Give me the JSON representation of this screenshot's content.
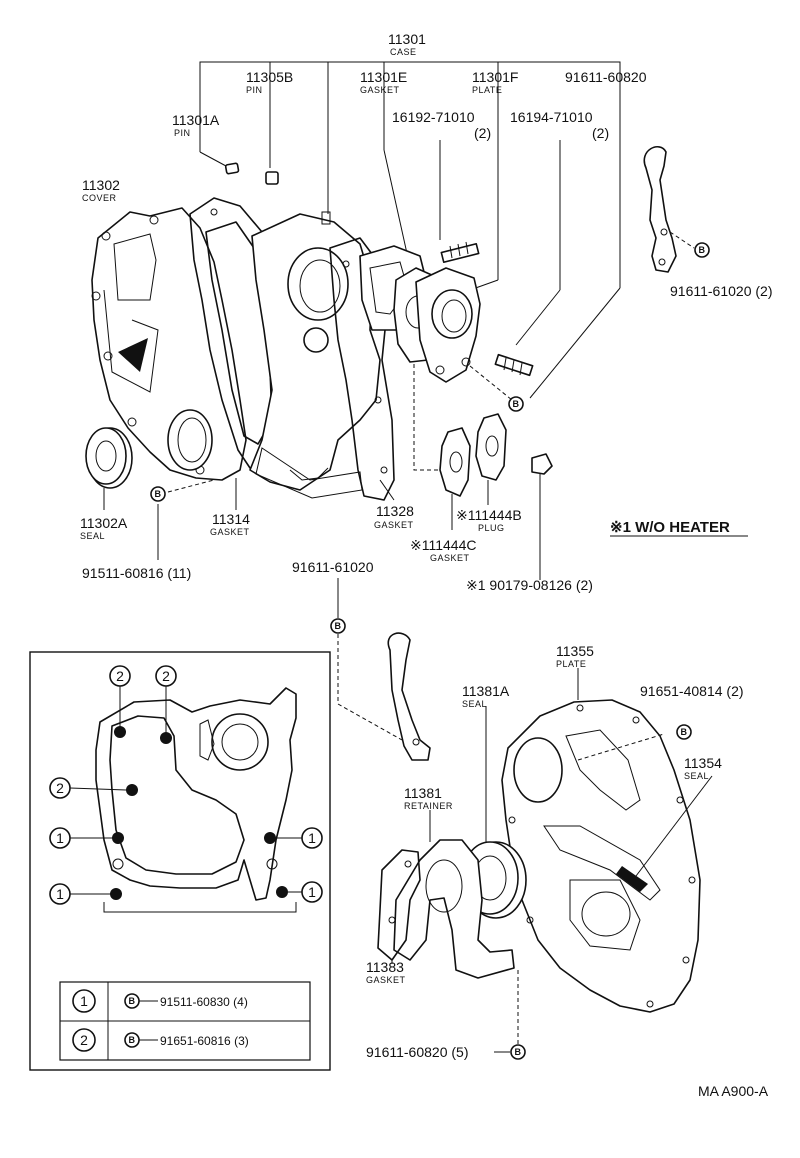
{
  "labels": {
    "case_num": "11301",
    "case_cap": "CASE",
    "pin_b_num": "11305B",
    "pin_b_cap": "PIN",
    "gasket_e_num": "11301E",
    "gasket_e_cap": "GASKET",
    "plate_f_num": "11301F",
    "plate_f_cap": "PLATE",
    "bolt_820_top": "91611-60820",
    "stud_192": "16192-71010",
    "stud_192_qty": "(2)",
    "stud_194": "16194-71010",
    "stud_194_qty": "(2)",
    "pin_a_num": "11301A",
    "pin_a_cap": "PIN",
    "cover_num": "11302",
    "cover_cap": "COVER",
    "bolt_1020_right": "91611-61020 (2)",
    "seal_a_num": "11302A",
    "seal_a_cap": "SEAL",
    "gasket_314_num": "11314",
    "gasket_314_cap": "GASKET",
    "gasket_328_num": "11328",
    "gasket_328_cap": "GASKET",
    "plug_num": "※111444B",
    "plug_cap": "PLUG",
    "gasket_c_num": "※111444C",
    "gasket_c_cap": "GASKET",
    "heater_note": "※1 W/O HEATER",
    "bolt_816": "91511-60816 (11)",
    "bolt_1020_mid": "91611-61020",
    "bolt_126": "※1 90179-08126 (2)",
    "plate_355_num": "11355",
    "plate_355_cap": "PLATE",
    "seal_381a_num": "11381A",
    "seal_381a_cap": "SEAL",
    "bolt_814": "91651-40814 (2)",
    "seal_354_num": "11354",
    "seal_354_cap": "SEAL",
    "retainer_num": "11381",
    "retainer_cap": "RETAINER",
    "gasket_383_num": "11383",
    "gasket_383_cap": "GASKET",
    "bolt_820_bottom": "91611-60820 (5)",
    "footer_code": "MA A900-A"
  },
  "callout_markers": {
    "b": "B",
    "one": "1",
    "two": "2"
  },
  "legend": {
    "rows": [
      {
        "key": "1",
        "marker": "B",
        "part": "91511-60830 (4)"
      },
      {
        "key": "2",
        "marker": "B",
        "part": "91651-60816 (3)"
      }
    ]
  }
}
